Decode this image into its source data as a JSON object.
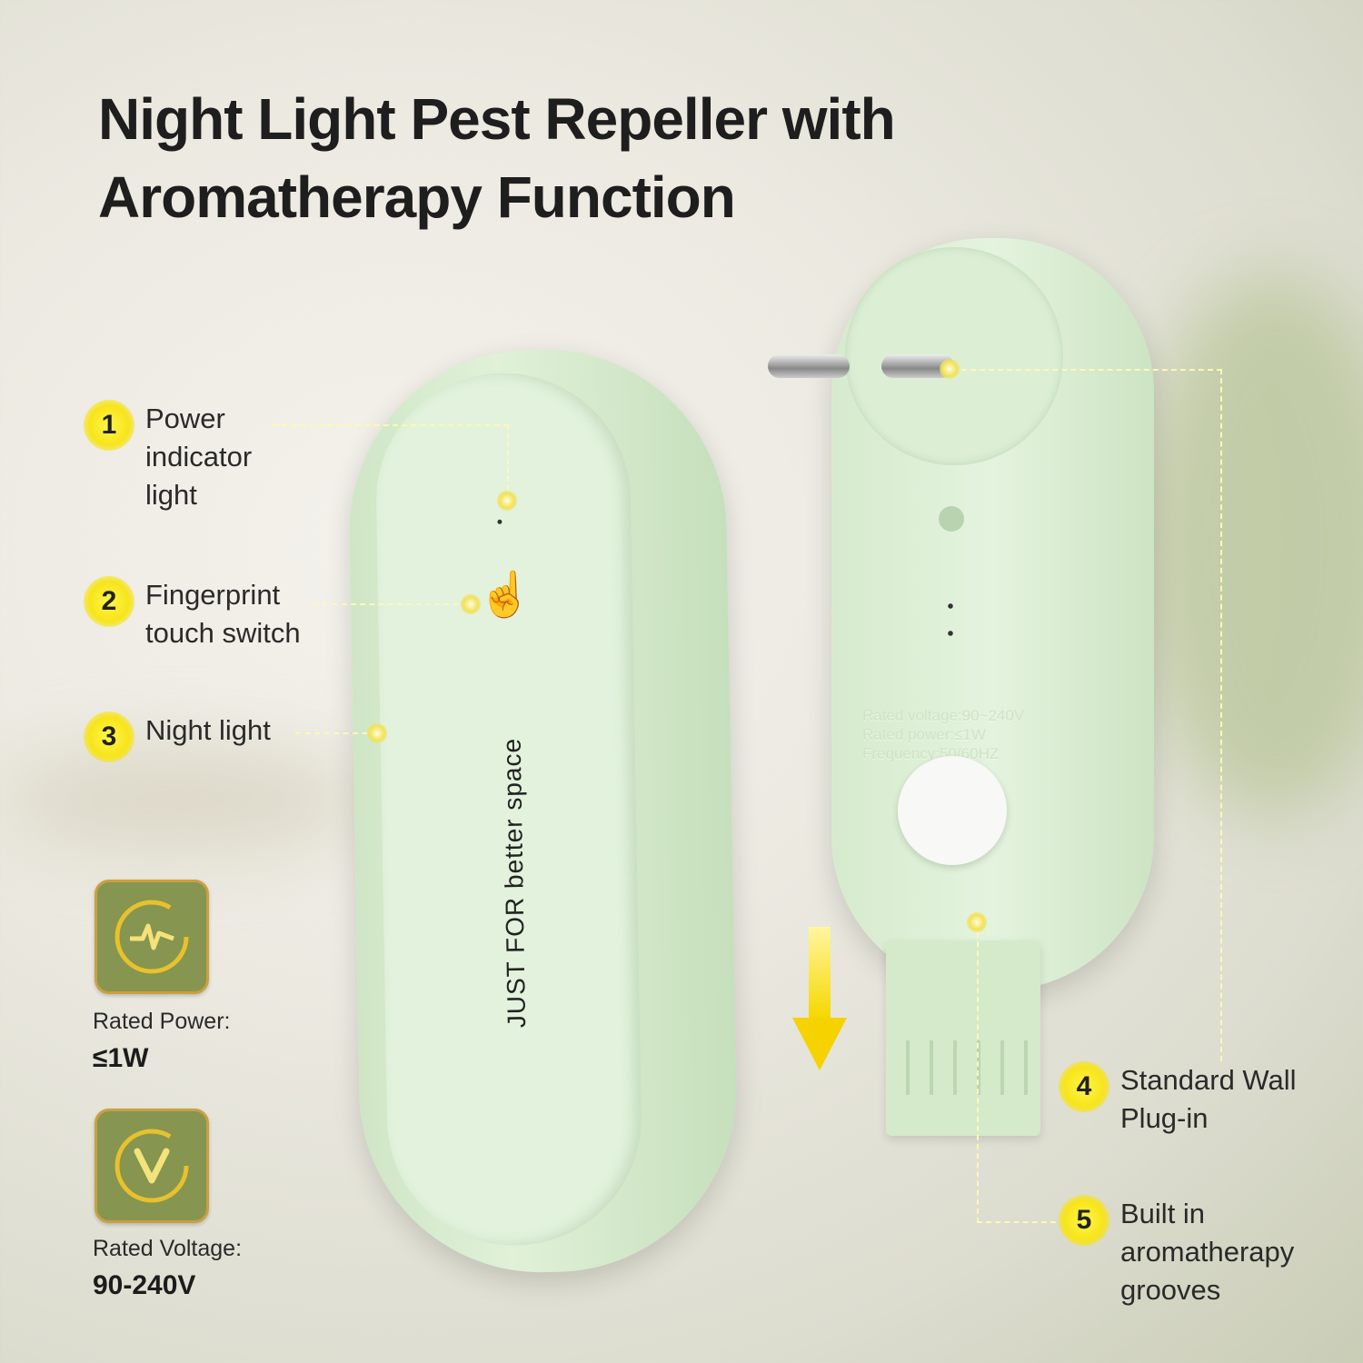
{
  "title": {
    "line1": "Night Light Pest Repeller with",
    "line2": "Aromatherapy Function"
  },
  "callouts": [
    {
      "num": "1",
      "text": "Power\nindicator\nlight"
    },
    {
      "num": "2",
      "text": "Fingerprint\ntouch switch"
    },
    {
      "num": "3",
      "text": "Night light"
    },
    {
      "num": "4",
      "text": "Standard Wall\nPlug-in"
    },
    {
      "num": "5",
      "text": "Built in\naromatherapy\ngrooves"
    }
  ],
  "device_front": {
    "text": "JUST FOR better space"
  },
  "device_back": {
    "label1": "Rated voltage:90~240V",
    "label2": "Rated power:≤1W",
    "label3": "Frequency:50/60HZ"
  },
  "specs": [
    {
      "label": "Rated Power:",
      "value": "≤1W",
      "icon": "pulse-icon"
    },
    {
      "label": "Rated Voltage:",
      "value": "90-240V",
      "icon": "voltage-icon"
    }
  ],
  "colors": {
    "device": "#d8edd0",
    "highlight": "#f7e41a",
    "badge": "#86954f"
  }
}
